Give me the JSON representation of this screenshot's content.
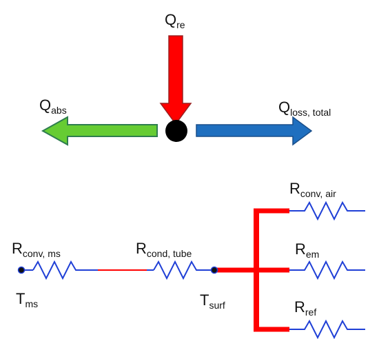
{
  "energy_balance": {
    "q_re": {
      "main": "Q",
      "sub": "re"
    },
    "q_abs": {
      "main": "Q",
      "sub": "abs"
    },
    "q_loss": {
      "main": "Q",
      "sub": "loss, total"
    }
  },
  "circuit": {
    "r_conv_ms": {
      "main": "R",
      "sub": "conv, ms"
    },
    "r_cond_tube": {
      "main": "R",
      "sub": "cond, tube"
    },
    "r_conv_air": {
      "main": "R",
      "sub": "conv, air"
    },
    "r_em": {
      "main": "R",
      "sub": "em"
    },
    "r_ref": {
      "main": "R",
      "sub": "ref"
    },
    "t_ms": {
      "main": "T",
      "sub": "ms"
    },
    "t_surf": {
      "main": "T",
      "sub": "surf"
    }
  },
  "colors": {
    "red": "#ff0000",
    "green": "#66cc33",
    "green_edge": "#2e7d4f",
    "blue_arrow": "#1f6fbf",
    "blue_arrow_edge": "#1a4f8a",
    "wire_blue": "#1f3fd6",
    "node": "#000000"
  }
}
